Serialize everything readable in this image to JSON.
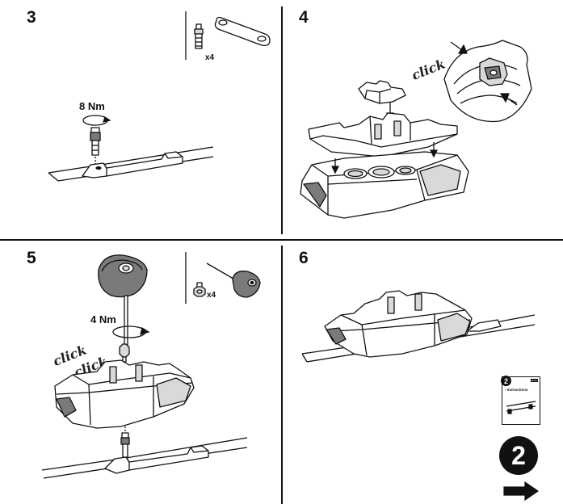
{
  "steps": {
    "s3": {
      "number": "3",
      "torque": "8 Nm",
      "quantity": "x4"
    },
    "s4": {
      "number": "4",
      "click": "click"
    },
    "s5": {
      "number": "5",
      "torque": "4 Nm",
      "quantity": "x4",
      "click_a": "click",
      "click_b": "click"
    },
    "s6": {
      "number": "6"
    }
  },
  "next": {
    "booklet_number": "2",
    "booklet_title": "› Instructions",
    "booklet_tag": "Volvo",
    "big_number": "2",
    "arrow": "right-arrow-icon"
  }
}
